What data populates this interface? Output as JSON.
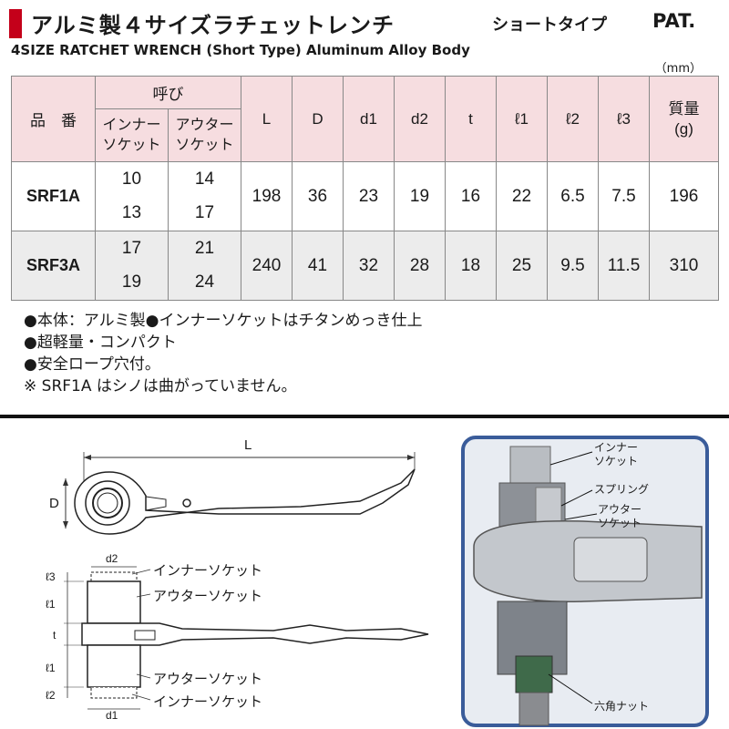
{
  "header": {
    "title": "アルミ製４サイズラチェットレンチ",
    "type_label": "ショートタイプ",
    "pat": "PAT.",
    "subtitle": "4SIZE RATCHET WRENCH (Short Type) Aluminum Alloy Body",
    "unit": "（mm）"
  },
  "table": {
    "col_model": "品　番",
    "col_nominal": "呼び",
    "col_inner": [
      "インナー",
      "ソケット"
    ],
    "col_outer": [
      "アウター",
      "ソケット"
    ],
    "col_L": "L",
    "col_D": "D",
    "col_d1": "d1",
    "col_d2": "d2",
    "col_t": "t",
    "col_l1": "ℓ1",
    "col_l2": "ℓ2",
    "col_l3": "ℓ3",
    "col_weight": [
      "質量",
      "(g)"
    ],
    "rows": [
      {
        "model": "SRF1A",
        "inner": [
          "10",
          "13"
        ],
        "outer": [
          "14",
          "17"
        ],
        "L": "198",
        "D": "36",
        "d1": "23",
        "d2": "19",
        "t": "16",
        "l1": "22",
        "l2": "6.5",
        "l3": "7.5",
        "weight": "196"
      },
      {
        "model": "SRF3A",
        "inner": [
          "17",
          "19"
        ],
        "outer": [
          "21",
          "24"
        ],
        "L": "240",
        "D": "41",
        "d1": "32",
        "d2": "28",
        "t": "18",
        "l1": "25",
        "l2": "9.5",
        "l3": "11.5",
        "weight": "310"
      }
    ]
  },
  "notes": [
    "●本体：アルミ製●インナーソケットはチタンめっき仕上",
    "●超軽量・コンパクト",
    "●安全ロープ穴付。",
    "※ SRF1A はシノは曲がっていません。"
  ],
  "diagram": {
    "dim_L": "L",
    "dim_D": "D",
    "dim_d1": "d1",
    "dim_d2": "d2",
    "dim_t": "t",
    "dim_l1": "ℓ1",
    "dim_l2": "ℓ2",
    "dim_l3": "ℓ3",
    "label_inner_top": "インナーソケット",
    "label_outer_top": "アウターソケット",
    "label_outer_bottom": "アウターソケット",
    "label_inner_bottom": "インナーソケット",
    "photo_inner": [
      "インナー",
      "ソケット"
    ],
    "photo_spring": "スプリング",
    "photo_outer": [
      "アウター",
      "ソケット"
    ],
    "photo_hexnut": "六角ナット"
  },
  "colors": {
    "accent_red": "#c4001a",
    "header_pink": "#f6dde0",
    "row_shade": "#ececec",
    "photo_frame": "#3a5c9a"
  }
}
